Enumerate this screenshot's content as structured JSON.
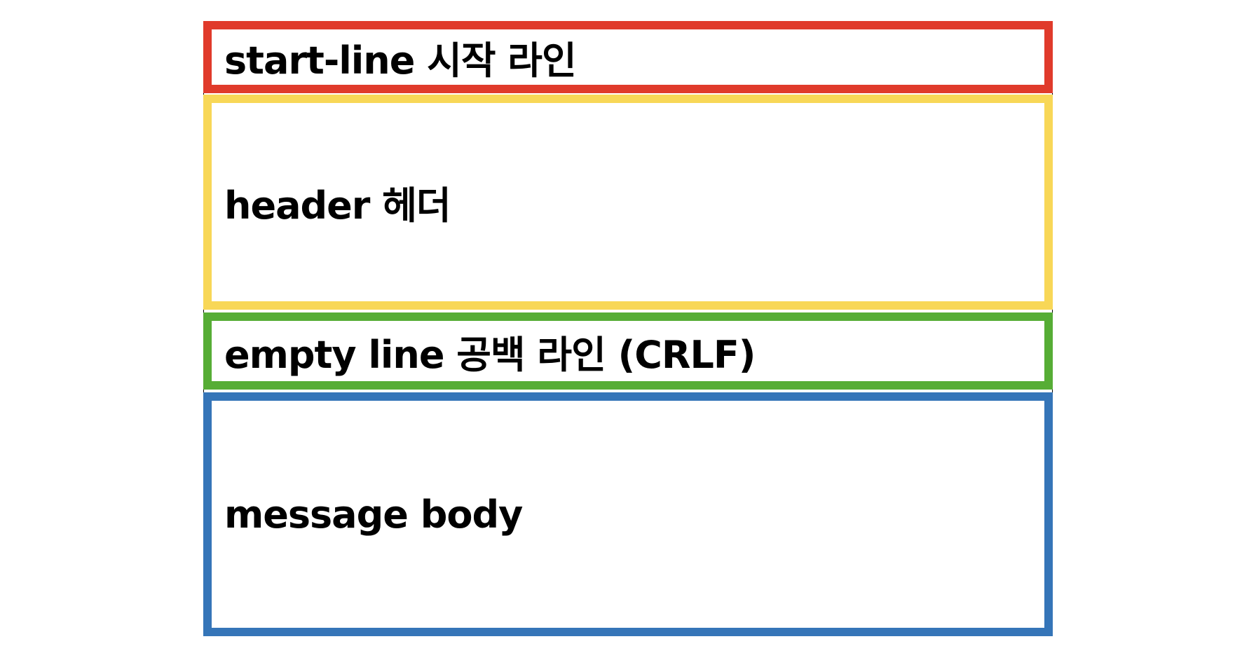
{
  "diagram": {
    "sections": [
      {
        "id": "start-line",
        "label": "start-line 시작 라인",
        "color": "#e03a2b"
      },
      {
        "id": "header",
        "label": "header 헤더",
        "color": "#f8d757"
      },
      {
        "id": "empty-line",
        "label": "empty line 공백 라인 (CRLF)",
        "color": "#56ad35"
      },
      {
        "id": "message-body",
        "label": "message body",
        "color": "#3575b8"
      }
    ]
  }
}
